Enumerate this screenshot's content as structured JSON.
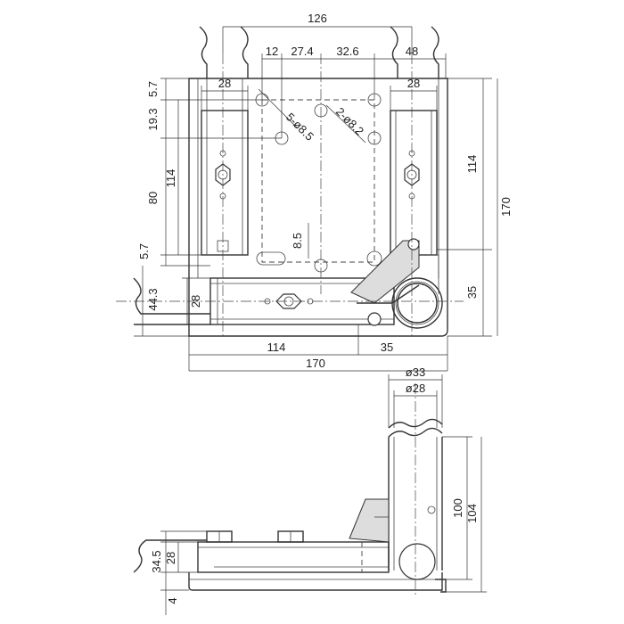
{
  "top_view": {
    "dims": {
      "overall_top_width": "126",
      "pitch_a": "12",
      "pitch_b": "27.4",
      "pitch_c": "32.6",
      "pitch_d": "48",
      "left_channel_width": "28",
      "right_channel_width": "28",
      "top_offset": "5.7",
      "hole_offset": "19.3",
      "channel_length": "114",
      "slot_span": "80",
      "bottom_offset": "5.7",
      "base_offset": "44.3",
      "base_channel_height": "28",
      "slot_width": "8.5",
      "right_height": "114",
      "overall_height": "170",
      "pipe_offset": "35",
      "bottom_length": "114",
      "bottom_pipe_offset": "35",
      "overall_width": "170"
    },
    "hole_notes": {
      "note_1": "5-ø8.5",
      "note_2": "2-ø8.2"
    }
  },
  "side_view": {
    "dims": {
      "pipe_outer_dia": "ø33",
      "pipe_inner_dia": "ø28",
      "pipe_length": "100",
      "overall_height": "104",
      "base_height": "34.5",
      "channel_height": "28",
      "plate_thickness": "4"
    }
  }
}
